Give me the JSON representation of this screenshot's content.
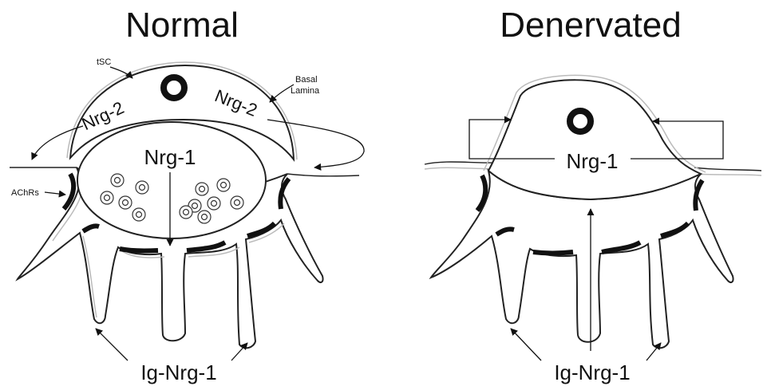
{
  "panels": {
    "normal": {
      "title": "Normal",
      "labels": {
        "tsc": "tSC",
        "basal_lamina": "Basal\nLamina",
        "basal": "Basal",
        "lamina": "Lamina",
        "nrg2_left": "Nrg-2",
        "nrg2_right": "Nrg-2",
        "nrg1": "Nrg-1",
        "achrs": "AChRs",
        "ig_nrg1": "Ig-Nrg-1"
      }
    },
    "denervated": {
      "title": "Denervated",
      "labels": {
        "nrg1": "Nrg-1",
        "ig_nrg1": "Ig-Nrg-1"
      }
    }
  },
  "colors": {
    "line": "#222222",
    "halo": "#bbbbbb",
    "fill": "#ffffff"
  }
}
